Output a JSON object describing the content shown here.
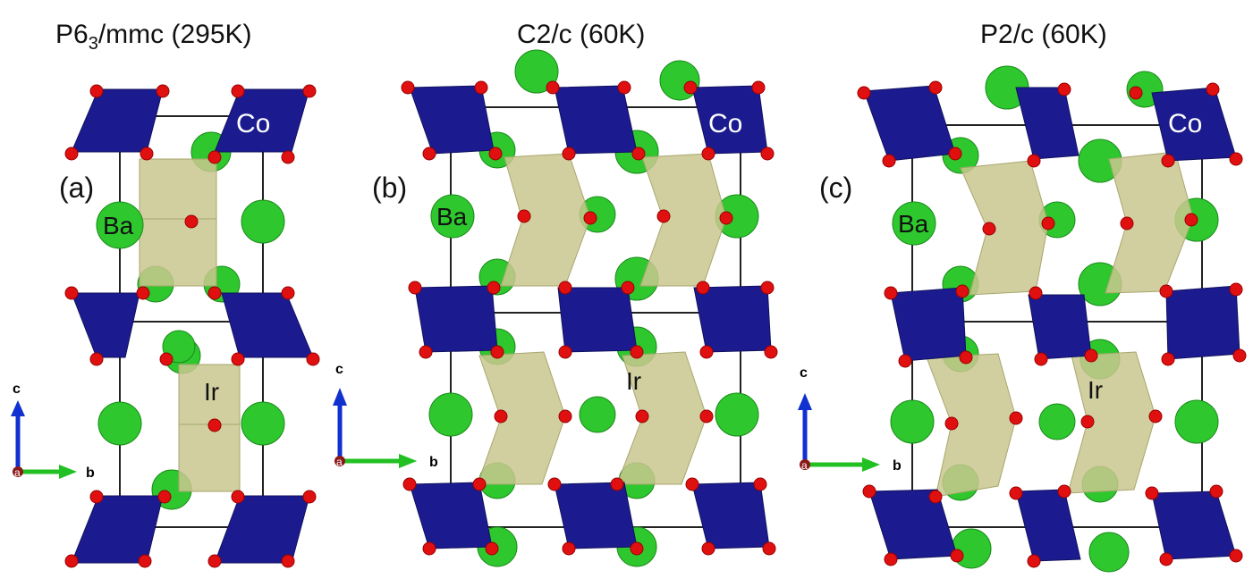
{
  "panels": [
    {
      "title_main": "P6",
      "title_sub": "3",
      "title_rest": "/mmc (295K)",
      "letter": "(a)"
    },
    {
      "title": "C2/c (60K)",
      "letter": "(b)"
    },
    {
      "title": "P2/c (60K)",
      "letter": "(c)"
    }
  ],
  "atom_labels": {
    "co": "Co",
    "ba": "Ba",
    "ir": "Ir"
  },
  "axes": {
    "c": "c",
    "b": "b",
    "a": "a"
  },
  "colors": {
    "co_octahedra": "#1b1b8f",
    "ir_octahedra": "#c9c78e",
    "ba_atom": "#2ec82e",
    "oxygen": "#e01010",
    "cell_edge": "#222222",
    "axis_c": "#1030d0",
    "axis_b": "#22c022",
    "axis_a": "#8a1a1a"
  }
}
